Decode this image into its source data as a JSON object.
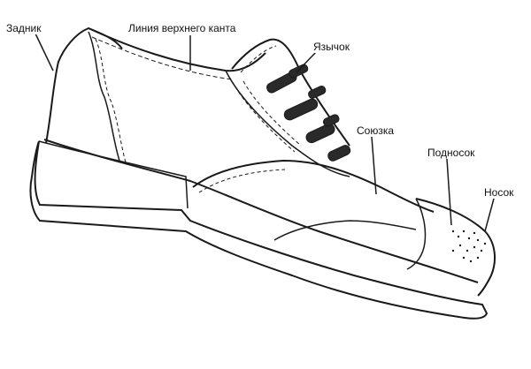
{
  "colors": {
    "line": "#1a1a1a",
    "lace": "#2a2a2a",
    "background": "#ffffff"
  },
  "labels": {
    "heel_counter": "Задник",
    "topline": "Линия верхнего канта",
    "tongue": "Язычок",
    "vamp": "Союзка",
    "toe_cap": "Подносок",
    "toe": "Носок"
  }
}
